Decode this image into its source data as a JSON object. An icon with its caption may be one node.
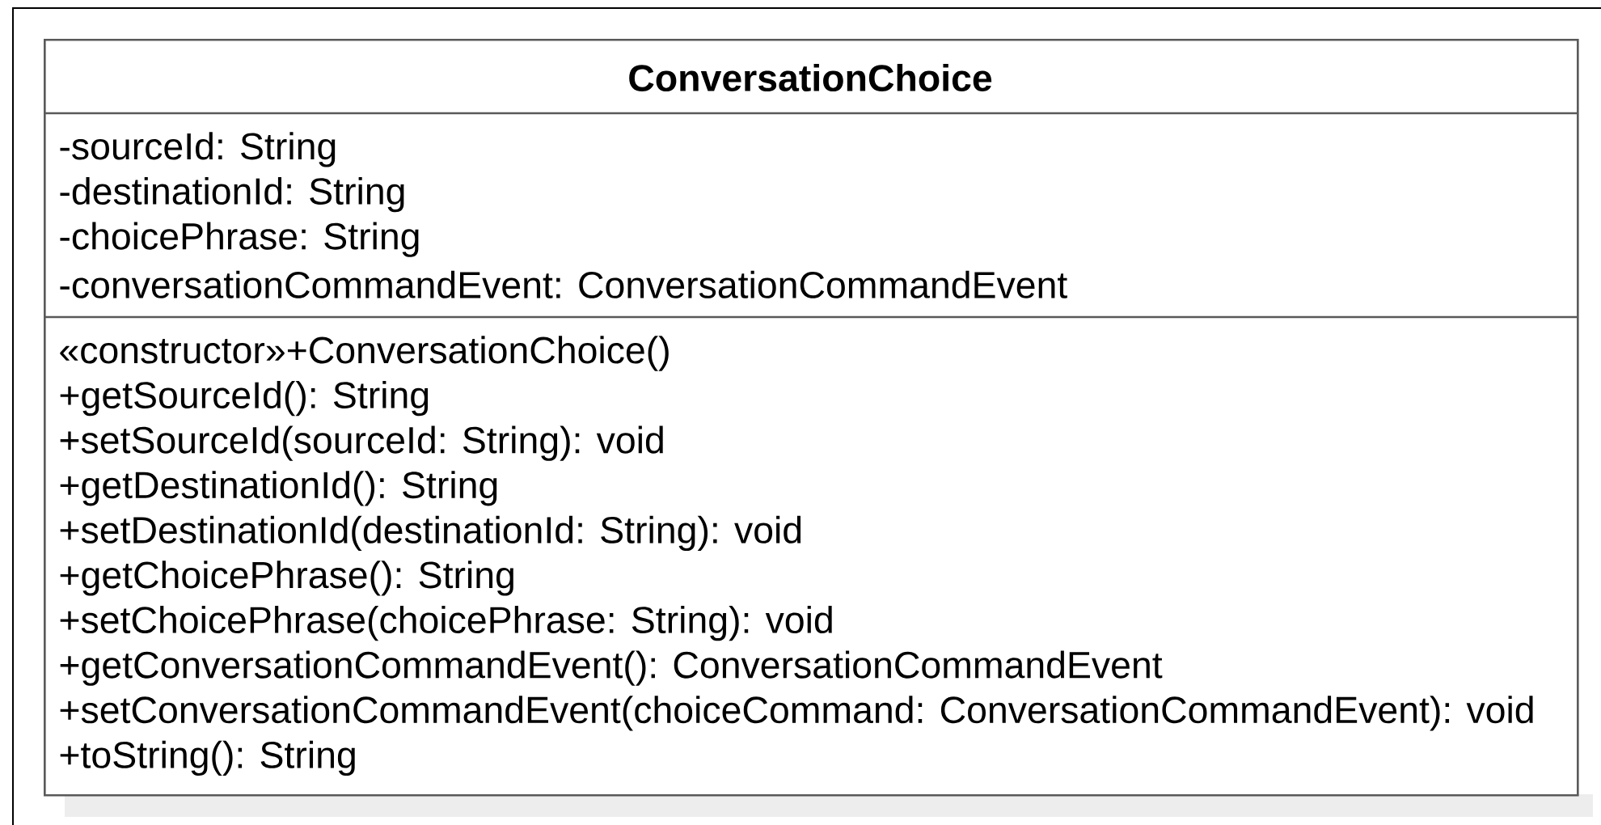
{
  "diagram": {
    "nodes": [
      {
        "text": [
          "ConversationChoice"
        ]
      },
      {
        "text": [
          "-sourceId: String",
          "-destinationId: String",
          "-choicePhrase: String",
          "-conversationCommandEvent: ConversationCommandEvent"
        ],
        "in": 0
      },
      {
        "text": [
          "«constructor»+ConversationChoice()",
          "+getSourceId(): String",
          "+setSourceId(sourceId: String): void",
          "+getDestinationId(): String",
          "+setDestinationId(destinationId: String): void",
          "+getChoicePhrase(): String",
          "+setChoicePhrase(choicePhrase: String): void",
          "+getConversationCommandEvent(): ConversationCommandEvent",
          "+setConversationCommandEvent(choiceCommand: ConversationCommandEvent): void",
          "+toString(): String"
        ],
        "in": 0
      }
    ]
  }
}
